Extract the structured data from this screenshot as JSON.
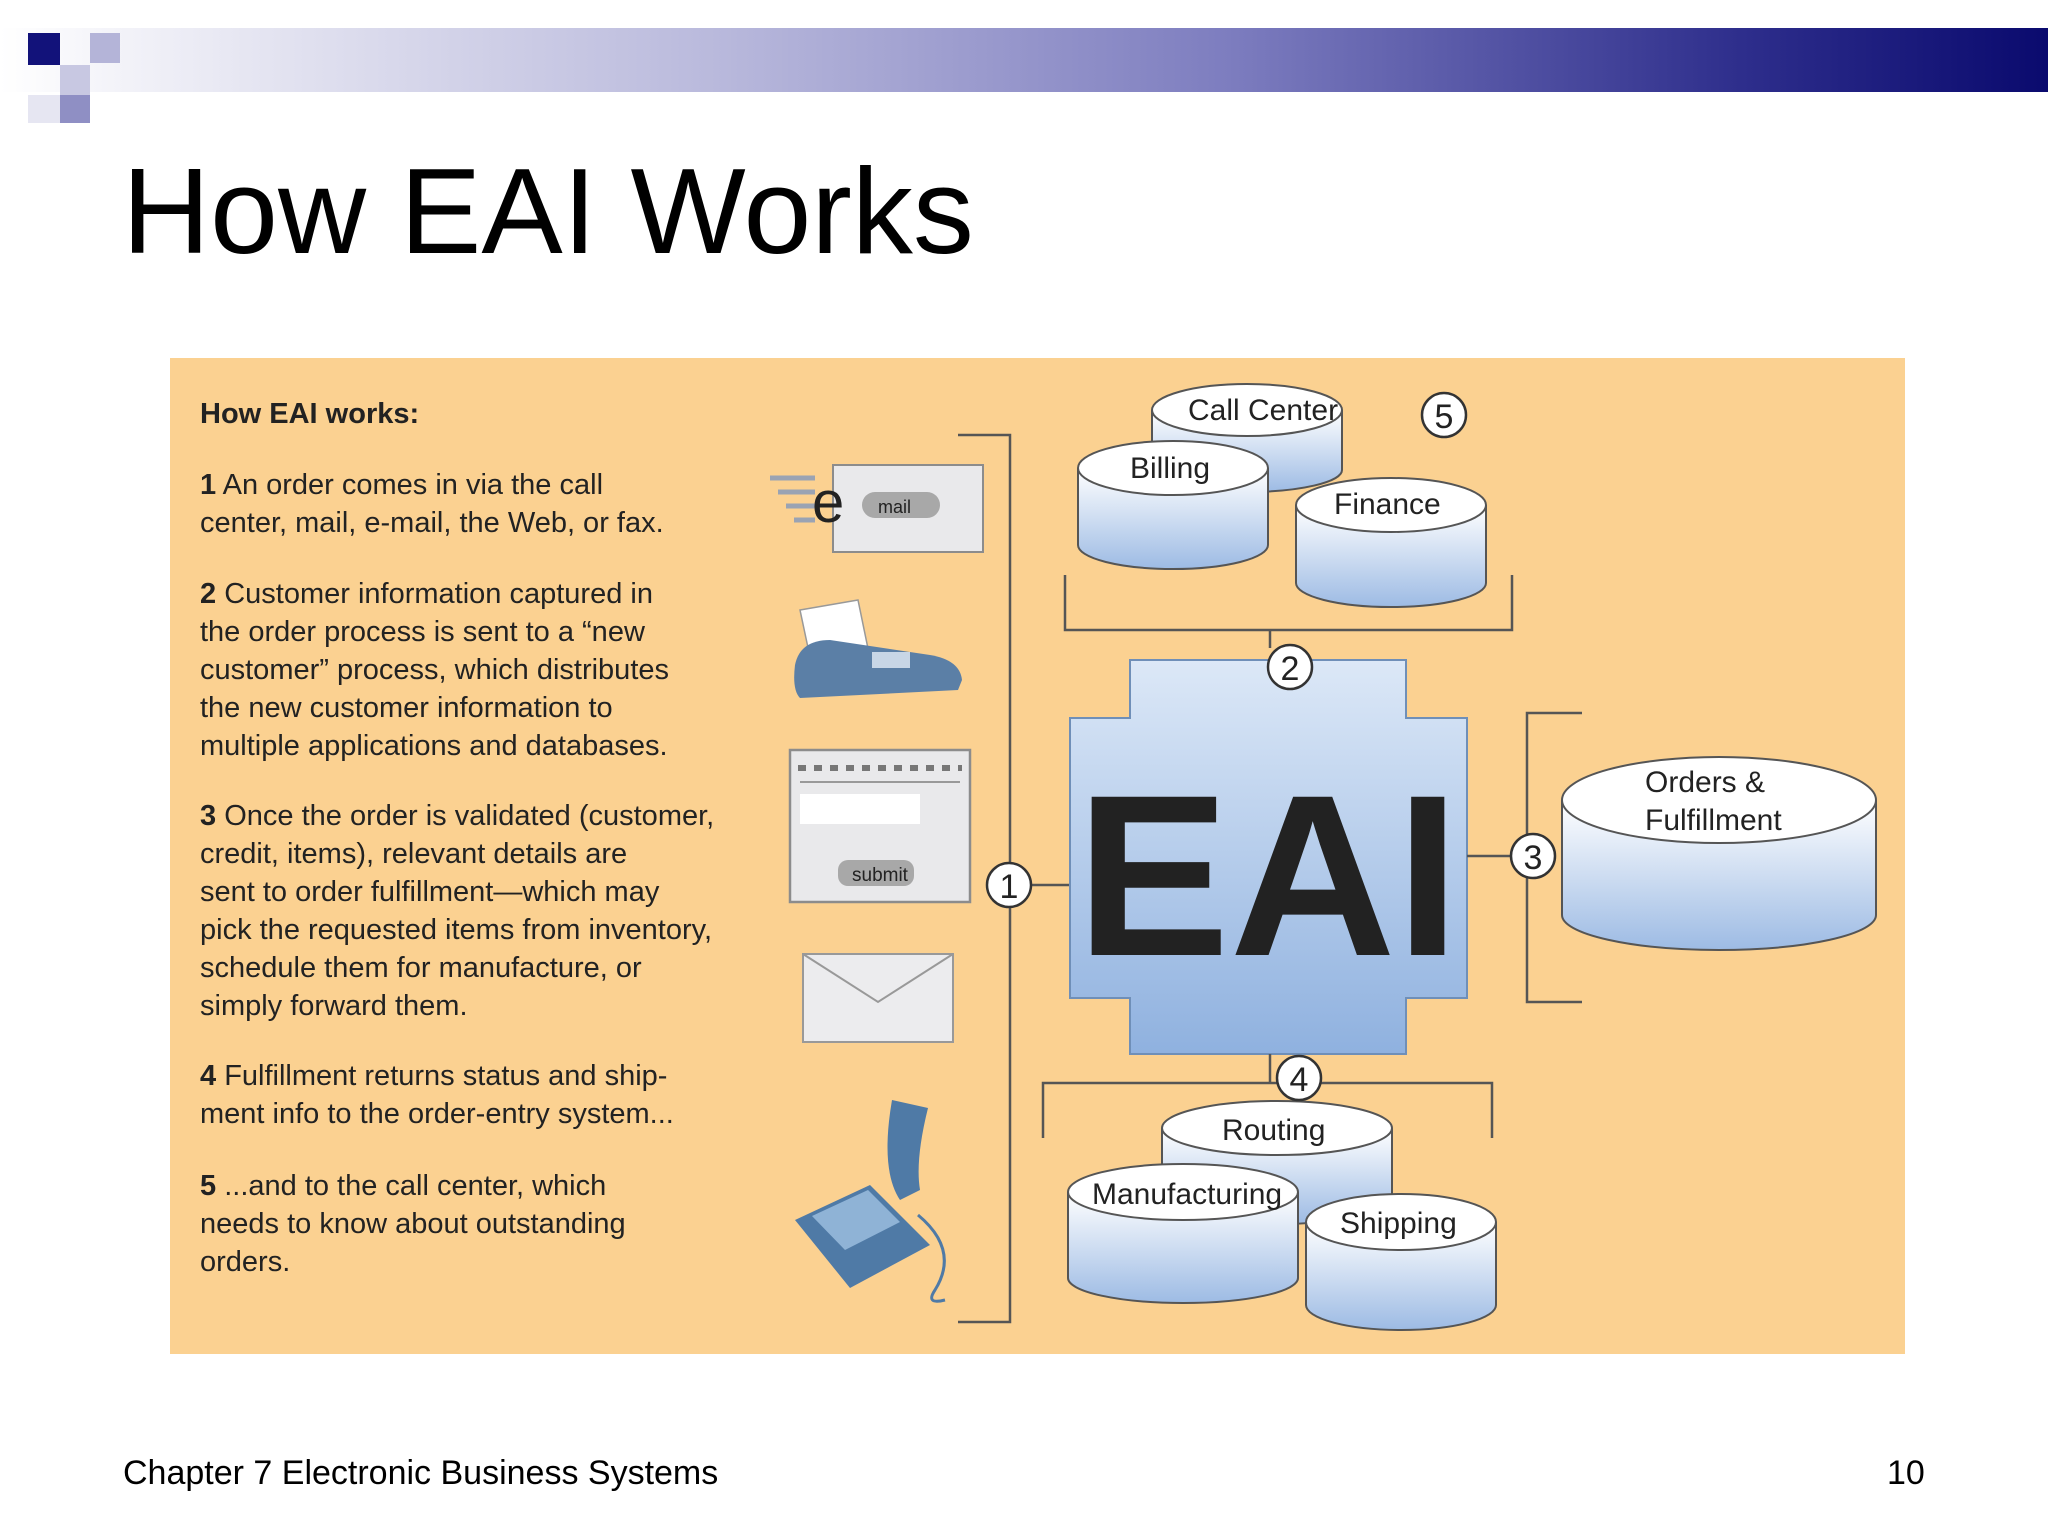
{
  "slide": {
    "title": "How EAI Works",
    "footer_left": "Chapter 7 Electronic Business Systems",
    "page_number": "10"
  },
  "figure": {
    "heading": "How EAI works:",
    "steps": [
      {
        "number": "1",
        "lines": [
          "An order comes in via the call",
          "center, mail, e-mail, the Web, or fax."
        ]
      },
      {
        "number": "2",
        "lines": [
          "Customer information captured in",
          "the order process is sent to a “new",
          "customer” process, which distributes",
          "the new customer information to",
          "multiple applications and databases."
        ]
      },
      {
        "number": "3",
        "lines": [
          "Once the order is validated (customer,",
          "credit, items), relevant details are",
          "sent to order fulfillment—which may",
          "pick the requested items from inventory,",
          "schedule them for manufacture, or",
          "simply forward them."
        ]
      },
      {
        "number": "4",
        "lines": [
          "Fulfillment returns status and ship-",
          "ment info to the order-entry system..."
        ]
      },
      {
        "number": "5",
        "lines": [
          "...and to the call center, which",
          "needs to know about outstanding",
          "orders."
        ]
      }
    ],
    "center_label": "EAI",
    "email_button": "mail",
    "email_letter": "e",
    "web_button": "submit",
    "databases": {
      "call_center": "Call Center",
      "billing": "Billing",
      "finance": "Finance",
      "orders": [
        "Orders &",
        "Fulfillment"
      ],
      "routing": "Routing",
      "manufacturing": "Manufacturing",
      "shipping": "Shipping"
    },
    "markers": [
      "1",
      "2",
      "3",
      "4",
      "5"
    ],
    "icons": [
      "email-icon",
      "fax-machine-icon",
      "web-form-icon",
      "envelope-icon",
      "telephone-icon"
    ]
  }
}
